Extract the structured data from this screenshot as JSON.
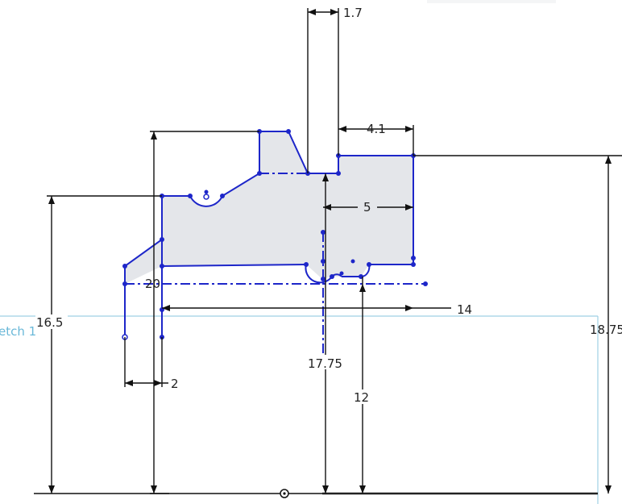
{
  "sketch": {
    "label": "etch 1",
    "dimensions": {
      "d_1_7": "1.7",
      "d_4_1": "4.1",
      "d_5": "5",
      "d_20": "20",
      "d_14": "14",
      "d_16_5": "16.5",
      "d_18_75": "18.75",
      "d_17_75": "17.75",
      "d_12": "12",
      "d_2": "2"
    }
  },
  "colors": {
    "sketch_line": "#1d26c9",
    "profile_fill": "#e4e6ea",
    "dimension_line": "#111111",
    "sketch_plane": "#9fd0e4",
    "sketch_label": "#6ab8d8"
  }
}
